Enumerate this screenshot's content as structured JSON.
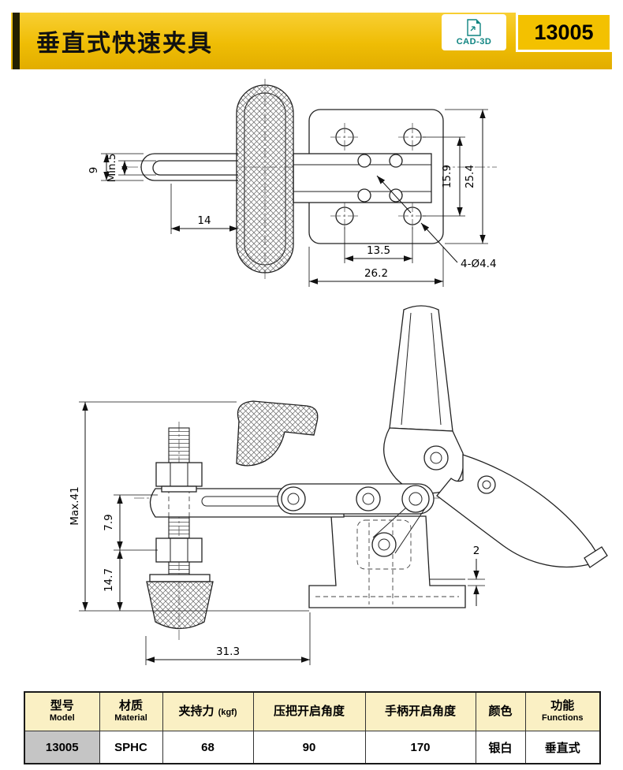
{
  "header": {
    "title": "垂直式快速夹具",
    "model": "13005",
    "cad_badge": "CAD-3D"
  },
  "drawing_top": {
    "dim_bar_outer_width": "9",
    "dim_bar_slot_width": "Min.5",
    "dim_bar_length": "14",
    "dim_hole_pitch_x": "13.5",
    "dim_plate_width": "26.2",
    "dim_hole_pitch_y": "15.9",
    "dim_plate_height": "25.4",
    "label_mounting_holes": "4-Ø4.4"
  },
  "drawing_side": {
    "dim_overall_height": "Max.41",
    "dim_spindle_above": "7.9",
    "dim_spindle_below": "14.7",
    "dim_reach": "31.3",
    "dim_base_step": "2"
  },
  "table": {
    "columns": [
      {
        "cn": "型号",
        "en": "Model"
      },
      {
        "cn": "材质",
        "en": "Material"
      },
      {
        "cn": "夹持力",
        "en": "(kgf)"
      },
      {
        "cn": "压把开启角度",
        "en": ""
      },
      {
        "cn": "手柄开启角度",
        "en": ""
      },
      {
        "cn": "颜色",
        "en": ""
      },
      {
        "cn": "功能",
        "en": "Functions"
      }
    ],
    "row": [
      "13005",
      "SPHC",
      "68",
      "90",
      "170",
      "银白",
      "垂直式"
    ]
  }
}
